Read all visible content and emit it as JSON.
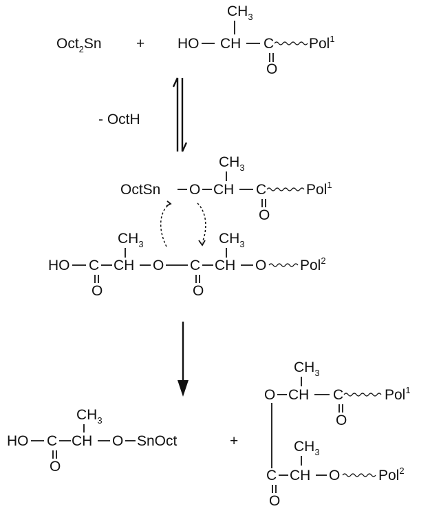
{
  "reactant_catalyst": {
    "main": "Oct",
    "sub": "2",
    "tail": "Sn"
  },
  "plus": "+",
  "reagent_ch3": "CH",
  "reagent_ch3_sub": "3",
  "reagent_ho": "HO",
  "reagent_ch": "CH",
  "reagent_c": "C",
  "reagent_o": "O",
  "reagent_pol": "Pol",
  "reagent_pol_sup": "1",
  "byproduct": "- OctH",
  "intermediate": {
    "octsn": "OctSn",
    "o": "O",
    "ch": "CH",
    "c": "C",
    "carbonyl_o": "O",
    "ch3": "CH",
    "ch3_sub": "3",
    "pol": "Pol",
    "pol_sup": "1"
  },
  "chain": {
    "ho": "HO",
    "c1": "C",
    "carbonyl1_o": "O",
    "ch3a": "CH",
    "ch3a_sub": "3",
    "ch1": "CH",
    "o1": "O",
    "c2": "C",
    "carbonyl2_o": "O",
    "ch3b": "CH",
    "ch3b_sub": "3",
    "ch2": "CH",
    "o2": "O",
    "pol": "Pol",
    "pol_sup": "2"
  },
  "product_left": {
    "ho": "HO",
    "c": "C",
    "carbonyl_o": "O",
    "ch3": "CH",
    "ch3_sub": "3",
    "ch": "CH",
    "o": "O",
    "snoct": "SnOct"
  },
  "product_right": {
    "top_o": "O",
    "top_ch": "CH",
    "top_c": "C",
    "top_carbonyl_o": "O",
    "top_ch3": "CH",
    "top_ch3_sub": "3",
    "top_pol": "Pol",
    "top_pol_sup": "1",
    "bottom_c": "C",
    "bottom_carbonyl_o": "O",
    "bottom_ch3": "CH",
    "bottom_ch3_sub": "3",
    "bottom_ch": "CH",
    "bottom_o": "O",
    "bottom_pol": "Pol",
    "bottom_pol_sup": "2"
  }
}
